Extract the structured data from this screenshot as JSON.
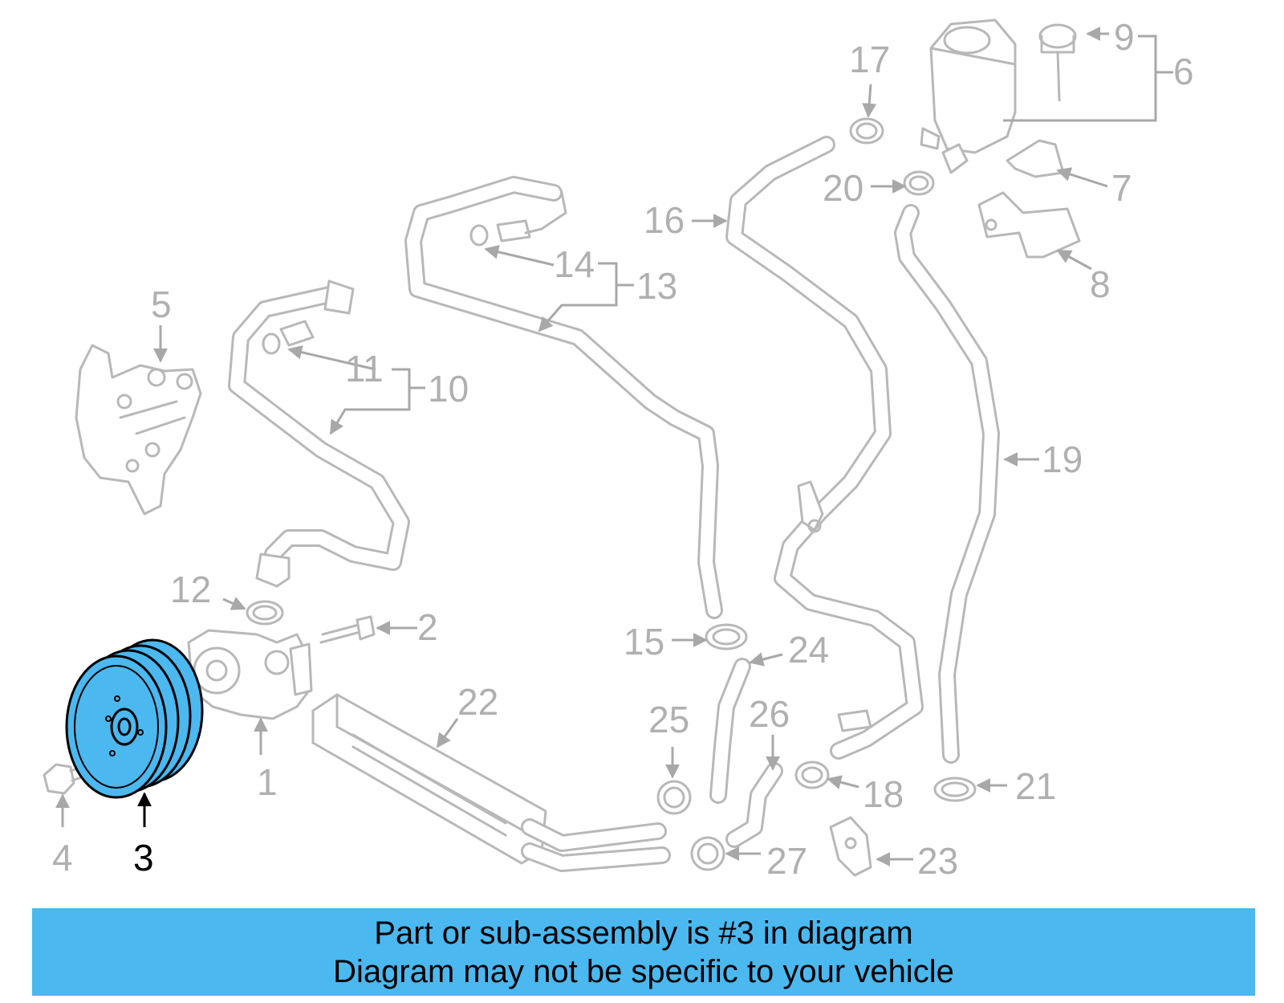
{
  "diagram": {
    "highlight_color": "#4bb8f0",
    "part_color": "#b8b8b8",
    "callouts": [
      "1",
      "2",
      "3",
      "4",
      "5",
      "6",
      "7",
      "8",
      "9",
      "10",
      "11",
      "12",
      "13",
      "14",
      "15",
      "16",
      "17",
      "18",
      "19",
      "20",
      "21",
      "22",
      "23",
      "24",
      "25",
      "26",
      "27"
    ],
    "highlighted_part": "3"
  },
  "banner": {
    "line1": "Part or sub-assembly is #3 in diagram",
    "line2": "Diagram may not be specific to your vehicle",
    "background": "#4bb8f0"
  }
}
